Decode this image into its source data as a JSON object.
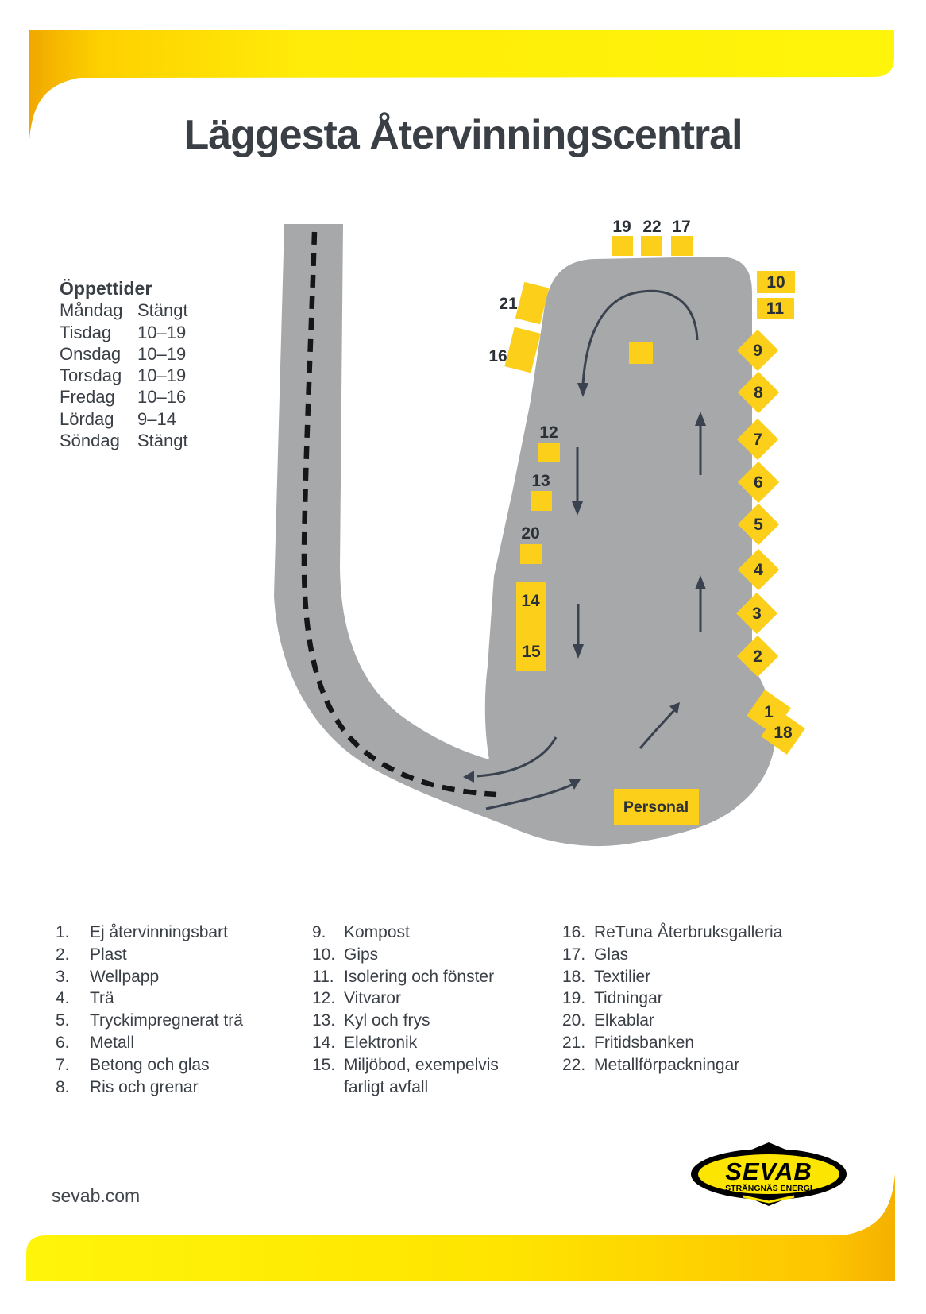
{
  "page": {
    "title": "Läggesta Återvinningscentral",
    "website": "sevab.com"
  },
  "hours": {
    "heading": "Öppettider",
    "rows": [
      {
        "day": "Måndag",
        "time": "Stängt"
      },
      {
        "day": "Tisdag",
        "time": "10–19"
      },
      {
        "day": "Onsdag",
        "time": "10–19"
      },
      {
        "day": "Torsdag",
        "time": "10–19"
      },
      {
        "day": "Fredag",
        "time": "10–16"
      },
      {
        "day": "Lördag",
        "time": "9–14"
      },
      {
        "day": "Söndag",
        "time": "Stängt"
      }
    ]
  },
  "map": {
    "labels": {
      "n1": "1",
      "n2": "2",
      "n3": "3",
      "n4": "4",
      "n5": "5",
      "n6": "6",
      "n7": "7",
      "n8": "8",
      "n9": "9",
      "n10": "10",
      "n11": "11",
      "n12": "12",
      "n13": "13",
      "n14": "14",
      "n15": "15",
      "n16": "16",
      "n17": "17",
      "n18": "18",
      "n19": "19",
      "n20": "20",
      "n21": "21",
      "n22": "22",
      "personal": "Personal"
    }
  },
  "legend": {
    "items": [
      {
        "num": "1.",
        "text": "Ej återvinningsbart"
      },
      {
        "num": "2.",
        "text": "Plast"
      },
      {
        "num": "3.",
        "text": "Wellpapp"
      },
      {
        "num": "4.",
        "text": "Trä"
      },
      {
        "num": "5.",
        "text": "Tryckimpregnerat trä"
      },
      {
        "num": "6.",
        "text": "Metall"
      },
      {
        "num": "7.",
        "text": "Betong och glas"
      },
      {
        "num": "8.",
        "text": "Ris och grenar"
      },
      {
        "num": "9.",
        "text": "Kompost"
      },
      {
        "num": "10.",
        "text": "Gips"
      },
      {
        "num": "11.",
        "text": "Isolering och fönster"
      },
      {
        "num": "12.",
        "text": "Vitvaror"
      },
      {
        "num": "13.",
        "text": "Kyl och frys"
      },
      {
        "num": "14.",
        "text": "Elektronik"
      },
      {
        "num": "15.",
        "text": "Miljöbod, exempelvis\nfarligt avfall"
      },
      {
        "num": "16.",
        "text": "ReTuna Återbruksgalleria"
      },
      {
        "num": "17.",
        "text": "Glas"
      },
      {
        "num": "18.",
        "text": "Textilier"
      },
      {
        "num": "19.",
        "text": "Tidningar"
      },
      {
        "num": "20.",
        "text": "Elkablar"
      },
      {
        "num": "21.",
        "text": "Fritidsbanken"
      },
      {
        "num": "22.",
        "text": "Metallförpackningar"
      }
    ]
  },
  "logo": {
    "name": "SEVAB",
    "subtitle": "STRÄNGNÄS ENERGI"
  },
  "colors": {
    "marker_yellow": "#fbcf1a",
    "road_gray": "#a7a8aa",
    "band_yellow": "#ffe600",
    "band_amber": "#f2ad00",
    "text_dark": "#3a3f46"
  }
}
